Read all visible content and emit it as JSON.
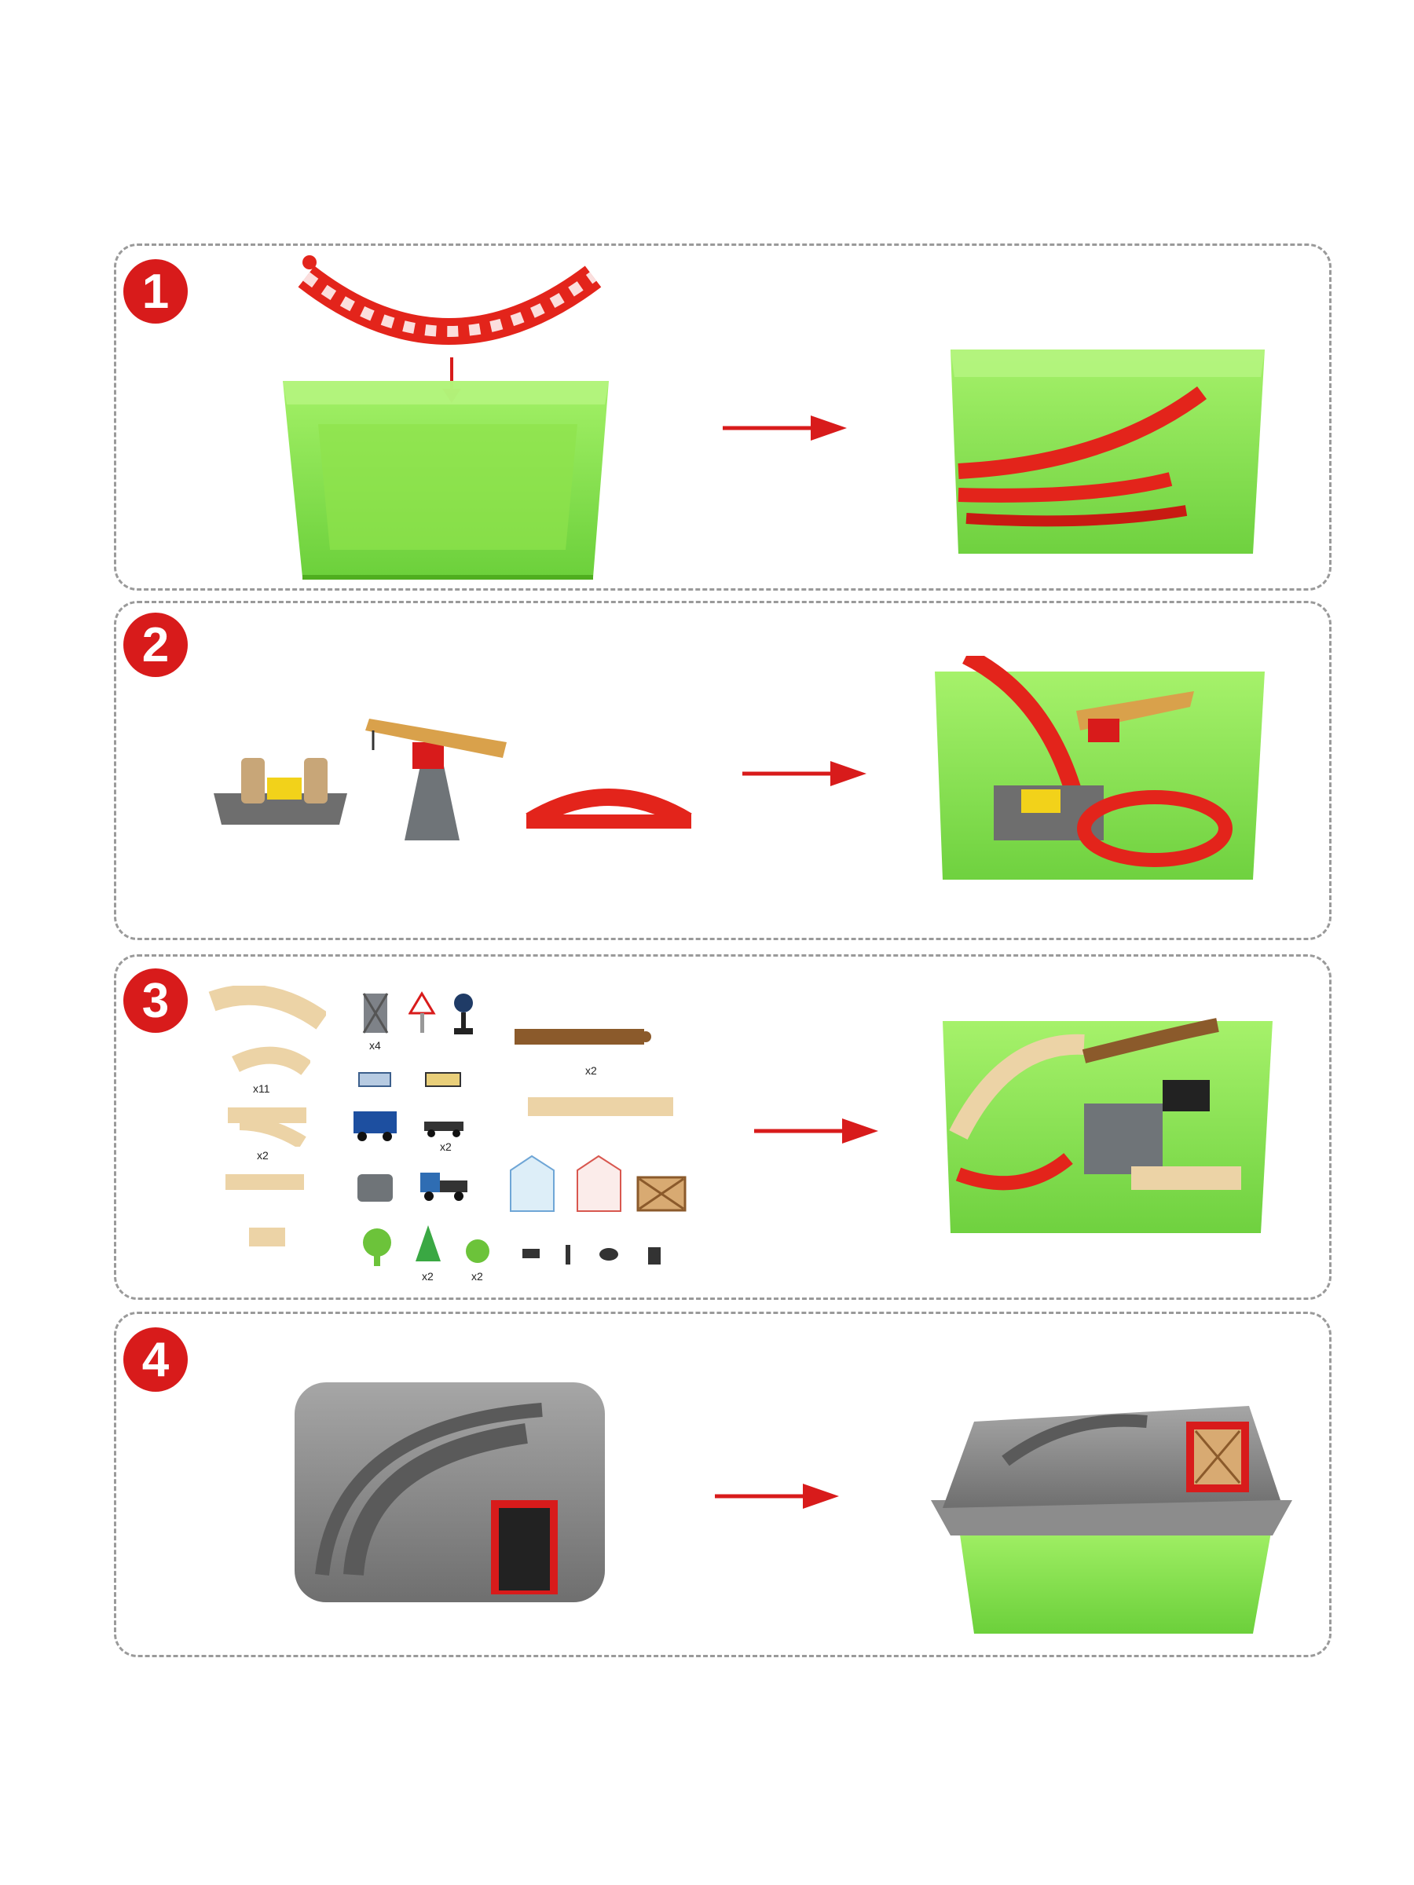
{
  "steps": [
    {
      "number": "1"
    },
    {
      "number": "2"
    },
    {
      "number": "3"
    },
    {
      "number": "4"
    }
  ],
  "colors": {
    "accent_red": "#d81b1b",
    "bin_green": "#7fe03a",
    "track_red": "#e3241b",
    "lid_gray": "#8c8c8c",
    "wood": "#ecd3a6"
  },
  "step3_quantities": [
    "x11",
    "x2",
    "x4",
    "x2",
    "x2",
    "x2",
    "x2"
  ],
  "icons": [
    "bin-icon",
    "track-icon",
    "crane-icon",
    "bridge-icon",
    "lid-icon",
    "arrow-icon"
  ]
}
